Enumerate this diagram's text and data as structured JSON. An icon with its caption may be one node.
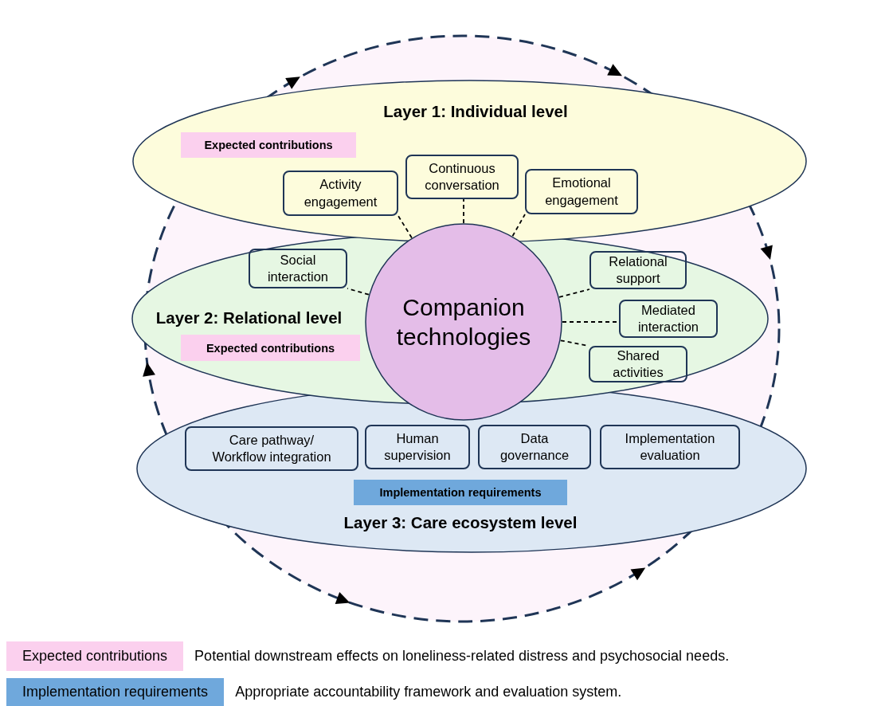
{
  "diagram": {
    "nodes": [
      {
        "text": [],
        "shape": "circle"
      },
      {
        "text": [
          "Layer 1: Individual level"
        ],
        "in": 0
      },
      {
        "text": [
          "Expected contributions"
        ],
        "in": 1
      },
      {
        "text": [
          "Activity engagement"
        ],
        "in": 1
      },
      {
        "text": [
          "Continuous conversation"
        ],
        "in": 1
      },
      {
        "text": [
          "Emotional engagement"
        ],
        "in": 1
      },
      {
        "text": [
          "Layer 2: Relational level"
        ],
        "in": 0
      },
      {
        "text": [
          "Social interaction"
        ],
        "in": 6
      },
      {
        "text": [
          "Relational support"
        ],
        "in": 6
      },
      {
        "text": [
          "Companion technologies"
        ],
        "in": 0
      },
      {
        "text": [
          "Mediated interaction"
        ],
        "in": 6
      },
      {
        "text": [
          "Expected contributions"
        ],
        "in": 6
      },
      {
        "text": [
          "Shared activities"
        ],
        "in": 6
      },
      {
        "text": [
          "Layer 3: Care ecosystem level"
        ],
        "in": 0
      },
      {
        "text": [
          "Care pathway/ Workflow integration"
        ],
        "in": 13
      },
      {
        "text": [
          "Human supervision"
        ],
        "in": 13
      },
      {
        "text": [
          "Data governance"
        ],
        "in": 13
      },
      {
        "text": [
          "Implementation evaluation"
        ],
        "in": 13
      },
      {
        "text": [
          "Implementation requirements"
        ],
        "in": 13
      }
    ],
    "edges": [
      {
        "from": 9,
        "to": 3,
        "arrow": "none",
        "style": "dashed"
      },
      {
        "from": 9,
        "to": 4,
        "arrow": "none",
        "style": "dashed"
      },
      {
        "from": 9,
        "to": 5,
        "arrow": "none",
        "style": "dashed"
      },
      {
        "from": 9,
        "to": 7,
        "arrow": "none",
        "style": "dashed"
      },
      {
        "from": 9,
        "to": 8,
        "arrow": "none",
        "style": "dashed"
      },
      {
        "from": 9,
        "to": 10,
        "arrow": "none",
        "style": "dashed"
      },
      {
        "from": 9,
        "to": 12,
        "arrow": "none",
        "style": "dashed"
      }
    ],
    "labels": [
      "Potential downstream effects on loneliness-related distress and psychosocial needs.",
      "Appropriate accountability framework and evaluation system."
    ],
    "legend": [
      {
        "text": "Expected contributions",
        "color": "#fbd0ee"
      },
      {
        "text": "Implementation requirements",
        "color": "#6fa8dc"
      }
    ]
  }
}
